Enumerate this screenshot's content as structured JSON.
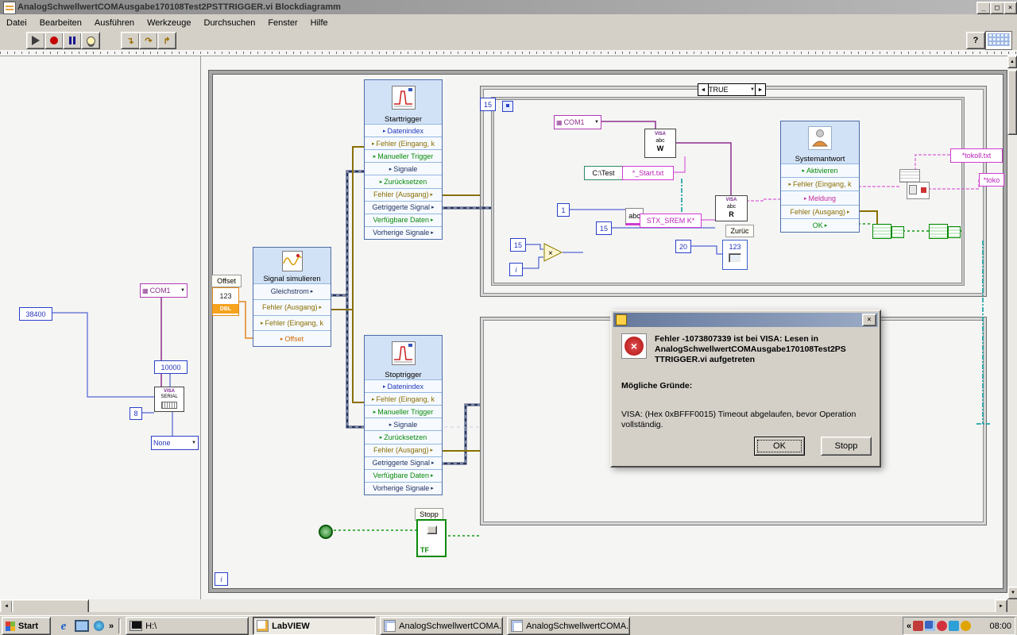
{
  "window": {
    "title": "AnalogSchwellwertCOMAusgabe170108Test2PSTTRIGGER.vi Blockdiagramm",
    "menus": [
      "Datei",
      "Bearbeiten",
      "Ausführen",
      "Werkzeuge",
      "Durchsuchen",
      "Fenster",
      "Hilfe"
    ],
    "help": "?"
  },
  "icons": {
    "minimize": "_",
    "maximize": "□",
    "close": "×",
    "dropdown": "▼",
    "sel_left": "◄",
    "sel_right": "►",
    "multiply": "×",
    "up": "▲",
    "down": "▼",
    "left": "◄",
    "right": "►",
    "more": "»",
    "collapse": "«",
    "ie": "e",
    "io_grid": "▦",
    "step_into": "↴",
    "step_over": "↷",
    "step_out": "↱"
  },
  "diagram": {
    "serial": {
      "baud": "38400",
      "resource": "COM1",
      "timeout": "10000",
      "visa1": "VISA",
      "visa2": "SERIAL",
      "bits": "8",
      "flow": "None"
    },
    "offset": {
      "label": "Offset",
      "num": "123",
      "type": "DBL"
    },
    "signal_sim": {
      "title": "Signal simulieren",
      "rows": [
        "Gleichstrom",
        "Fehler (Ausgang)",
        "Fehler (Eingang, k",
        "Offset"
      ]
    },
    "starttrigger_title": "Starttrigger",
    "stoptrigger_title": "Stoptrigger",
    "trigger_rows": [
      "Datenindex",
      "Fehler (Eingang, k",
      "Manueller Trigger",
      "Signale",
      "Zurücksetzen",
      "Fehler (Ausgang)",
      "Getriggerte Signal",
      "Verfügbare Daten",
      "Vorherige Signale"
    ],
    "stop_bool": {
      "label": "Stopp",
      "type": "TF"
    },
    "loop_i": "i",
    "case": {
      "selector": "TRUE",
      "count": "15",
      "iter": "i",
      "resource": "COM1",
      "visa_write": [
        "VISA",
        "abc",
        "W"
      ],
      "visa_read": [
        "VISA",
        "abc",
        "R"
      ],
      "path": "C:\\Test",
      "file": "*_Start.txt",
      "cmd": "STX_SREM K*",
      "abc": "abc",
      "n1": "1",
      "n15a": "15",
      "n15b": "15",
      "n20": "20",
      "convert": "123",
      "zurueck": "Zurüc",
      "system": {
        "title": "Systemantwort",
        "rows": [
          "Aktivieren",
          "Fehler (Eingang, k",
          "Meldung",
          "Fehler (Ausgang)",
          "OK"
        ]
      },
      "tokoll": "*tokoll.txt",
      "toko": "*toko"
    }
  },
  "dialog": {
    "message": "Fehler -1073807339 ist bei VISA: Lesen in\nAnalogSchwellwertCOMAusgabe170108Test2PS\nTTRIGGER.vi aufgetreten",
    "reasons_title": "Mögliche Gründe:",
    "reasons": "VISA:  (Hex 0xBFFF0015) Timeout abgelaufen, bevor Operation\nvollständig.",
    "ok": "OK",
    "stop": "Stopp"
  },
  "taskbar": {
    "start": "Start",
    "tasks": [
      "H:\\",
      "LabVIEW",
      "AnalogSchwellwertCOMA...",
      "AnalogSchwellwertCOMA..."
    ],
    "clock": "08:00"
  },
  "colors": {
    "numeric_wire": "#2a41c8",
    "string_wire": "#d23bd2",
    "error_wire": "#8a7000",
    "boolean_wire": "#119b11",
    "dynamic_wire": "#26355e",
    "path_wire": "#00979a",
    "express_bg": "#d2e2f6"
  }
}
